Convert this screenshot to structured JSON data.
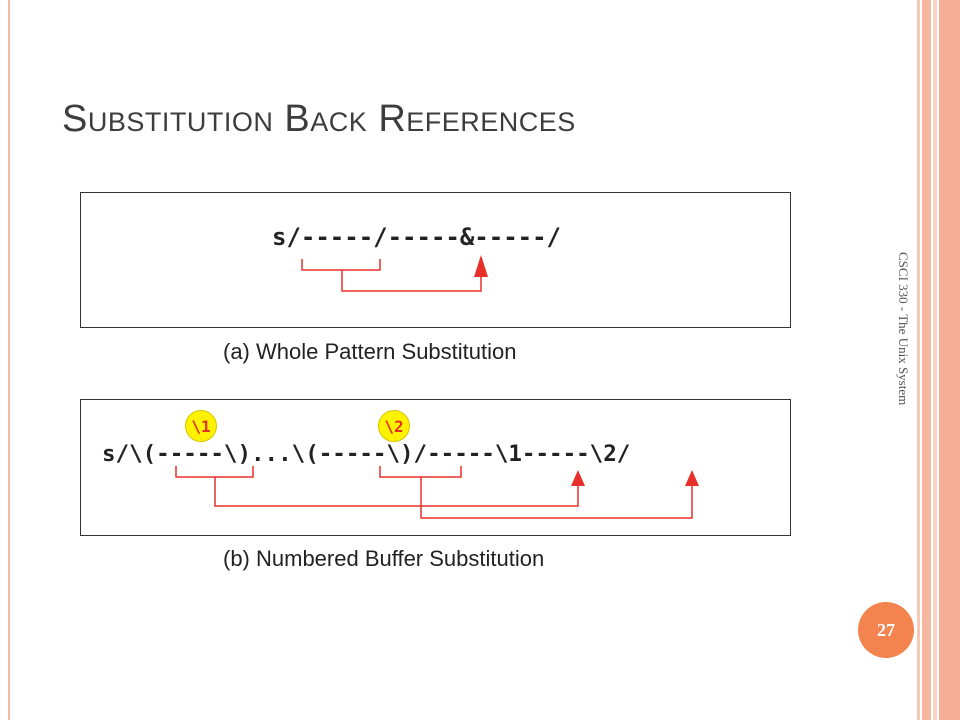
{
  "slide": {
    "title": "Substitution Back References",
    "side_label": "CSCI 330 - The Unix System",
    "page_number": "27"
  },
  "panel_a": {
    "command": "s/-----/-----&-----/",
    "caption": "(a) Whole Pattern Substitution"
  },
  "panel_b": {
    "command": "s/\\(-----\\)...\\(-----\\)/-----\\1-----\\2/",
    "badge_1": "\\1",
    "badge_2": "\\2",
    "caption": "(b) Numbered Buffer Substitution"
  },
  "colors": {
    "accent_red": "#e8302a",
    "badge_yellow": "#fff200",
    "page_badge": "#f4844f"
  }
}
